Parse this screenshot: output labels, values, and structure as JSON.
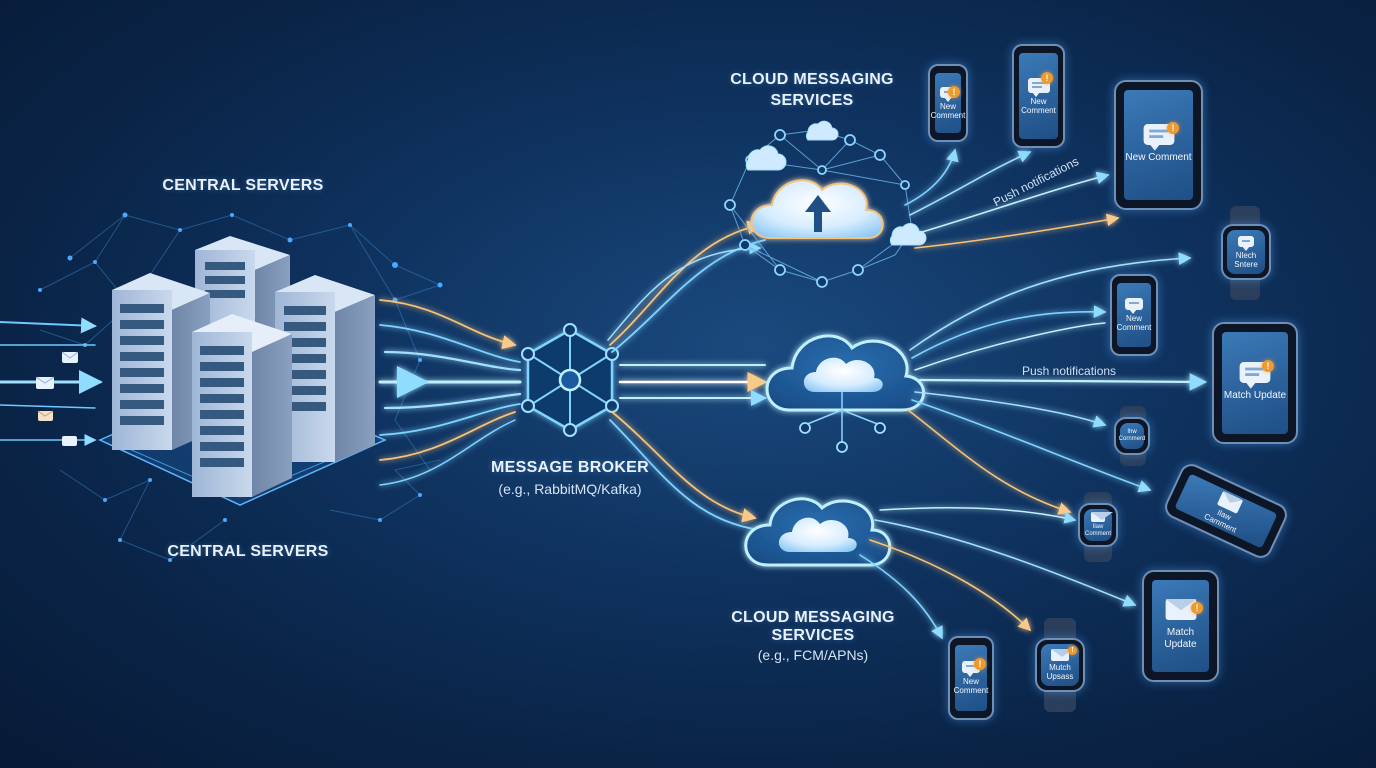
{
  "labels": {
    "central_servers_top": "CENTRAL SERVERS",
    "central_servers_bottom": "CENTRAL SERVERS",
    "broker_title": "MESSAGE BROKER",
    "broker_sub": "(e.g., RabbitMQ/Kafka)",
    "cloud_top_line1": "CLOUD MESSAGING",
    "cloud_top_line2": "SERVICES",
    "cloud_bottom_line1": "CLOUD MESSAGING",
    "cloud_bottom_line2": "SERVICES",
    "cloud_bottom_sub": "(e.g., FCM/APNs)",
    "push_diag": "Push notifications",
    "push_mid": "Push notifications"
  },
  "devices": {
    "phone_1": {
      "line1": "New",
      "line2": "Comment"
    },
    "phone_2": {
      "line1": "New",
      "line2": "Comment"
    },
    "tablet_1": {
      "line1": "New Comment",
      "line2": ""
    },
    "watch_1": {
      "line1": "Nlech",
      "line2": "Sntere"
    },
    "phone_3": {
      "line1": "New",
      "line2": "Comment"
    },
    "tablet_2": {
      "line1": "Match Update",
      "line2": ""
    },
    "watch_2": {
      "line1": "Ihw",
      "line2": "Cornmerd"
    },
    "tablet_3": {
      "line1": "Ilaw",
      "line2": "Camment"
    },
    "watch_3": {
      "line1": "Ilaw",
      "line2": "Comment"
    },
    "tablet_4": {
      "line1": "Match Update",
      "line2": ""
    },
    "phone_4": {
      "line1": "New",
      "line2": "Comment"
    },
    "watch_4": {
      "line1": "Mutch",
      "line2": "Upsass"
    }
  },
  "colors": {
    "stream_blue": "#7fd3ff",
    "stream_orange": "#f5c27a",
    "node": "#5ab8ff",
    "badge": "#f19a2c"
  }
}
